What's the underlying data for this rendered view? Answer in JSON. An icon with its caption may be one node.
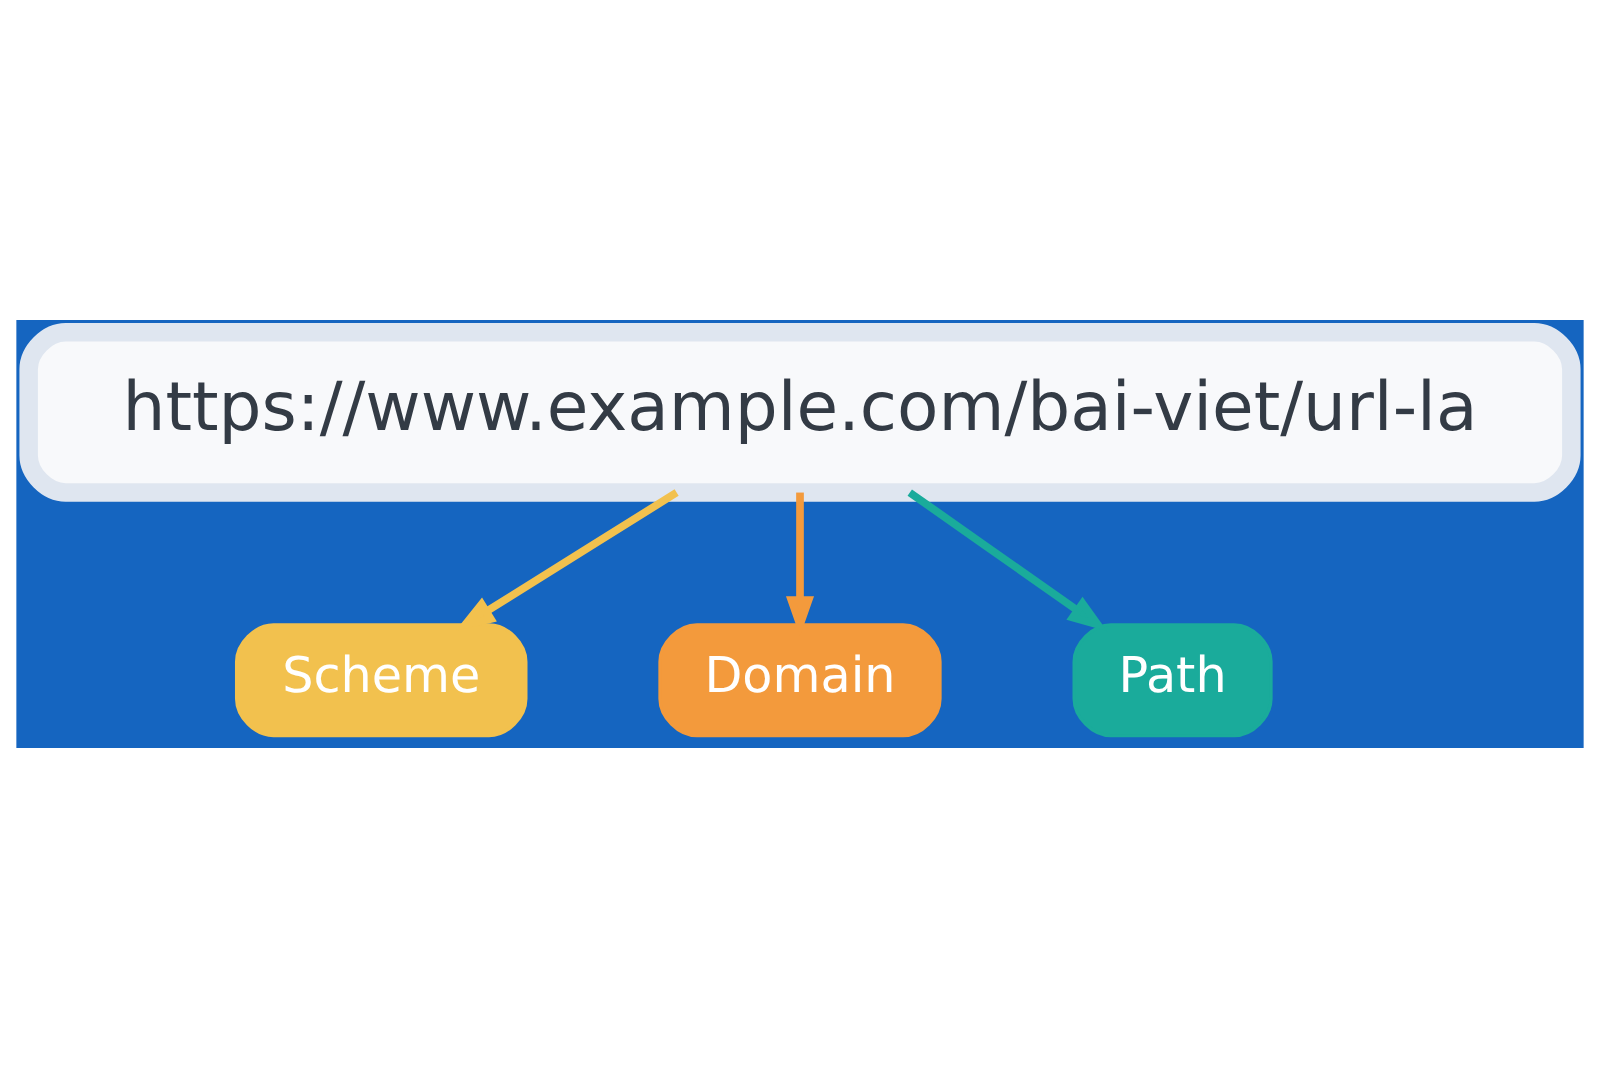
{
  "diagram": {
    "nodes": [
      {
        "text": [
          "https://www.example.com/bai-viet/url-la"
        ]
      },
      {
        "text": [
          "Scheme"
        ]
      },
      {
        "text": [
          "Domain"
        ]
      },
      {
        "text": [
          "Path"
        ]
      }
    ],
    "edges": [
      {
        "from": 0,
        "to": 1,
        "arrow": "to",
        "color": "#f2c14e"
      },
      {
        "from": 0,
        "to": 2,
        "arrow": "to",
        "color": "#f39a3c"
      },
      {
        "from": 0,
        "to": 3,
        "arrow": "to",
        "color": "#1aab9b"
      }
    ]
  }
}
